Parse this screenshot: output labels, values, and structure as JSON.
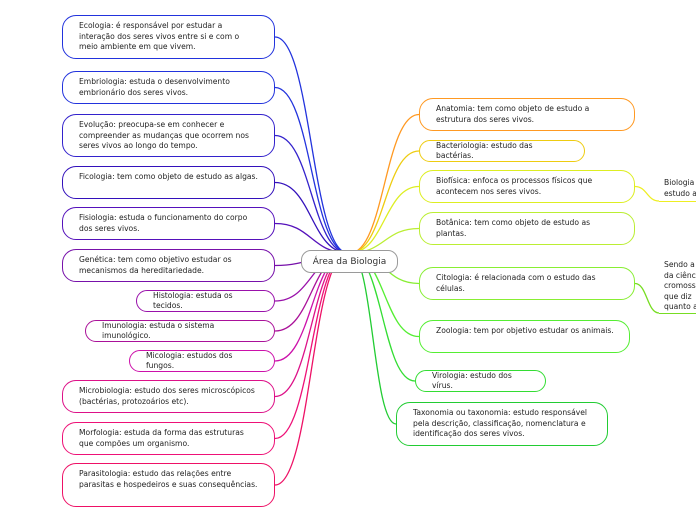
{
  "central": "Área da Biologia",
  "left_nodes": [
    {
      "id": "ecologia",
      "text": "Ecologia: é responsável por estudar a interação dos seres vivos entre si e com o meio ambiente em que vivem.",
      "color": "#2233dd"
    },
    {
      "id": "embriologia",
      "text": "Embriologia: estuda o desenvolvimento embrionário dos seres vivos.",
      "color": "#2233dd"
    },
    {
      "id": "evolucao",
      "text": "Evolução: preocupa-se em conhecer e compreender as mudanças que ocorrem nos seres vivos ao longo do tempo.",
      "color": "#3322cc"
    },
    {
      "id": "ficologia",
      "text": "Ficologia: tem como objeto de estudo as algas.",
      "color": "#3311bb"
    },
    {
      "id": "fisiologia",
      "text": "Fisiologia: estuda o funcionamento do corpo dos seres vivos.",
      "color": "#5511bb"
    },
    {
      "id": "genetica",
      "text": "Genética: tem como objetivo estudar os mecanismos da hereditariedade.",
      "color": "#7711aa"
    },
    {
      "id": "histologia",
      "text": "Histologia: estuda os tecidos.",
      "color": "#9911aa"
    },
    {
      "id": "imunologia",
      "text": "Imunologia: estuda o sistema imunológico.",
      "color": "#aa1199"
    },
    {
      "id": "micologia",
      "text": "Micologia: estudos dos fungos.",
      "color": "#cc11aa"
    },
    {
      "id": "microbiologia",
      "text": "Microbiologia: estudo dos seres microscópicos (bactérias, protozoários etc).",
      "color": "#dd1188"
    },
    {
      "id": "morfologia",
      "text": "Morfologia: estuda da forma das estruturas que compões um organismo.",
      "color": "#ee1177"
    },
    {
      "id": "parasitologia",
      "text": "Parasitologia: estudo das relações entre parasitas e hospedeiros e suas consequências.",
      "color": "#ee1166"
    }
  ],
  "right_nodes": [
    {
      "id": "anatomia",
      "text": "Anatomia: tem como objeto de estudo a estrutura dos seres vivos.",
      "color": "#ff9922"
    },
    {
      "id": "bacteriologia",
      "text": "Bacteriologia: estudo das bactérias.",
      "color": "#eecc11"
    },
    {
      "id": "biofisica",
      "text": "Biofísica: enfoca os processos físicos que acontecem nos seres vivos.",
      "color": "#ddee22"
    },
    {
      "id": "botanica",
      "text": "Botânica: tem como objeto de estudo as plantas.",
      "color": "#bbee33"
    },
    {
      "id": "citologia",
      "text": "Citologia: é relacionada com o estudo das células.",
      "color": "#88ee33"
    },
    {
      "id": "zoologia",
      "text": "Zoologia: tem por objetivo estudar os animais.",
      "color": "#55ee33"
    },
    {
      "id": "virologia",
      "text": "Virologia: estudo dos vírus.",
      "color": "#33dd33"
    },
    {
      "id": "taxonomia",
      "text": "Taxonomia ou taxonomia: estudo responsável pela descrição, classificação, nomenclatura e identificação dos seres vivos.",
      "color": "#22cc33"
    }
  ],
  "far_right": [
    {
      "id": "biologia_cut",
      "lines": [
        "Biologia",
        "estudo a"
      ],
      "color": "#eeee22"
    },
    {
      "id": "sendo_cut",
      "lines": [
        "Sendo a",
        "da ciênc",
        "cromoss",
        "que diz",
        "quanto a"
      ],
      "color": "#77dd22"
    }
  ]
}
